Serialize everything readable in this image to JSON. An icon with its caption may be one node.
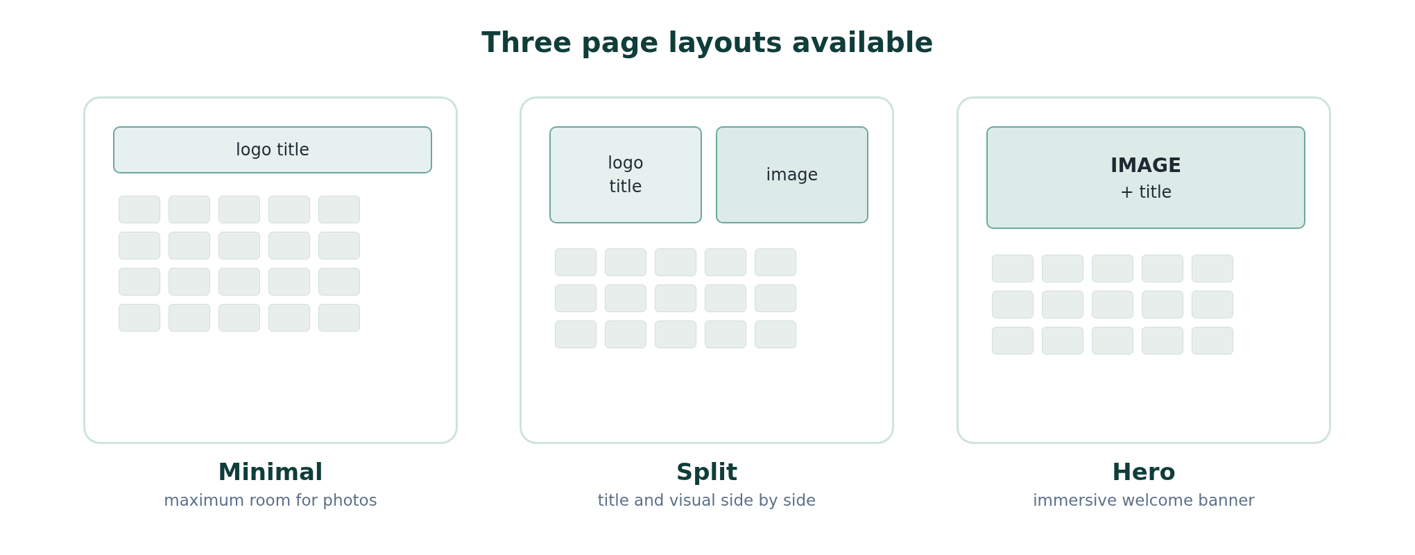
{
  "diagram": {
    "title": "Three page layouts available",
    "nodes": [
      {
        "text": [
          "Minimal",
          "maximum room for photos"
        ]
      },
      {
        "text": [
          "logo title"
        ],
        "in": 0
      },
      {
        "text": [],
        "shape": "box",
        "in": 0
      },
      {
        "text": [],
        "shape": "box",
        "in": 0
      },
      {
        "text": [],
        "shape": "box",
        "in": 0
      },
      {
        "text": [],
        "shape": "box",
        "in": 0
      },
      {
        "text": [],
        "shape": "box",
        "in": 0
      },
      {
        "text": [],
        "shape": "box",
        "in": 0
      },
      {
        "text": [],
        "shape": "box",
        "in": 0
      },
      {
        "text": [],
        "shape": "box",
        "in": 0
      },
      {
        "text": [],
        "shape": "box",
        "in": 0
      },
      {
        "text": [],
        "shape": "box",
        "in": 0
      },
      {
        "text": [],
        "shape": "box",
        "in": 0
      },
      {
        "text": [],
        "shape": "box",
        "in": 0
      },
      {
        "text": [],
        "shape": "box",
        "in": 0
      },
      {
        "text": [],
        "shape": "box",
        "in": 0
      },
      {
        "text": [],
        "shape": "box",
        "in": 0
      },
      {
        "text": [],
        "shape": "box",
        "in": 0
      },
      {
        "text": [],
        "shape": "box",
        "in": 0
      },
      {
        "text": [],
        "shape": "box",
        "in": 0
      },
      {
        "text": [],
        "shape": "box",
        "in": 0
      },
      {
        "text": [],
        "shape": "box",
        "in": 0
      },
      {
        "text": [
          "Split",
          "title and visual side by side"
        ]
      },
      {
        "text": [
          "logo title"
        ],
        "in": 22
      },
      {
        "text": [
          "image"
        ],
        "in": 22
      },
      {
        "text": [],
        "shape": "box",
        "in": 22
      },
      {
        "text": [],
        "shape": "box",
        "in": 22
      },
      {
        "text": [],
        "shape": "box",
        "in": 22
      },
      {
        "text": [],
        "shape": "box",
        "in": 22
      },
      {
        "text": [],
        "shape": "box",
        "in": 22
      },
      {
        "text": [],
        "shape": "box",
        "in": 22
      },
      {
        "text": [],
        "shape": "box",
        "in": 22
      },
      {
        "text": [],
        "shape": "box",
        "in": 22
      },
      {
        "text": [],
        "shape": "box",
        "in": 22
      },
      {
        "text": [],
        "shape": "box",
        "in": 22
      },
      {
        "text": [],
        "shape": "box",
        "in": 22
      },
      {
        "text": [],
        "shape": "box",
        "in": 22
      },
      {
        "text": [],
        "shape": "box",
        "in": 22
      },
      {
        "text": [],
        "shape": "box",
        "in": 22
      },
      {
        "text": [],
        "shape": "box",
        "in": 22
      },
      {
        "text": [
          "Hero",
          "immersive welcome banner"
        ]
      },
      {
        "text": [
          "IMAGE",
          "+ title"
        ],
        "in": 40
      },
      {
        "text": [],
        "shape": "box",
        "in": 40
      },
      {
        "text": [],
        "shape": "box",
        "in": 40
      },
      {
        "text": [],
        "shape": "box",
        "in": 40
      },
      {
        "text": [],
        "shape": "box",
        "in": 40
      },
      {
        "text": [],
        "shape": "box",
        "in": 40
      },
      {
        "text": [],
        "shape": "box",
        "in": 40
      },
      {
        "text": [],
        "shape": "box",
        "in": 40
      },
      {
        "text": [],
        "shape": "box",
        "in": 40
      },
      {
        "text": [],
        "shape": "box",
        "in": 40
      },
      {
        "text": [],
        "shape": "box",
        "in": 40
      },
      {
        "text": [],
        "shape": "box",
        "in": 40
      },
      {
        "text": [],
        "shape": "box",
        "in": 40
      },
      {
        "text": [],
        "shape": "box",
        "in": 40
      },
      {
        "text": [],
        "shape": "box",
        "in": 40
      },
      {
        "text": [],
        "shape": "box",
        "in": 40
      }
    ],
    "edges": []
  }
}
